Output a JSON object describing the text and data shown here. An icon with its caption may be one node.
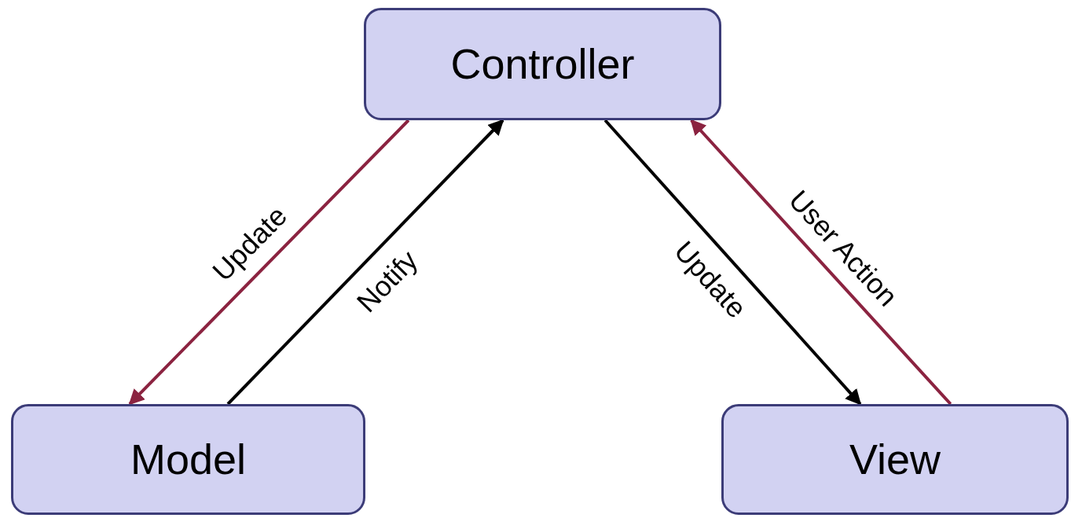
{
  "diagram": {
    "nodes": [
      {
        "text": [
          "Controller"
        ]
      },
      {
        "text": [
          "Model"
        ]
      },
      {
        "text": [
          "View"
        ]
      }
    ],
    "edges": [
      {
        "from": 0,
        "to": 1,
        "arrow": "to",
        "label": "Update",
        "color": "#8b2340"
      },
      {
        "from": 1,
        "to": 0,
        "arrow": "to",
        "label": "Notify",
        "color": "#000000"
      },
      {
        "from": 0,
        "to": 2,
        "arrow": "to",
        "label": "Update",
        "color": "#000000"
      },
      {
        "from": 2,
        "to": 0,
        "arrow": "to",
        "label": "User Action",
        "color": "#8b2340"
      }
    ]
  }
}
